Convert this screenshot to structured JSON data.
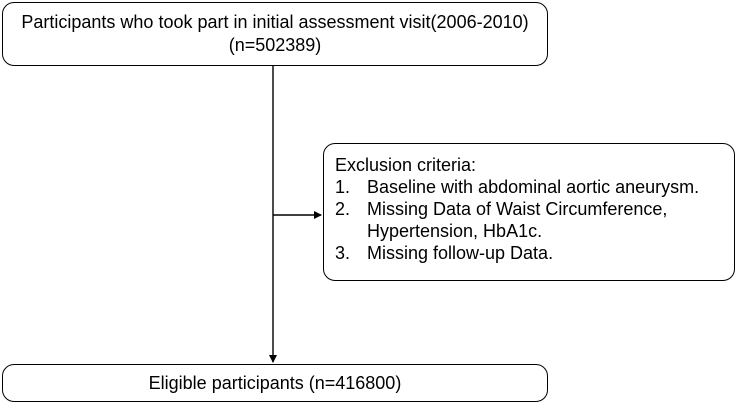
{
  "flowchart": {
    "top": {
      "line1": "Participants who took part in initial assessment visit(2006-2010)",
      "line2": "(n=502389)"
    },
    "exclusion": {
      "title": "Exclusion criteria:",
      "items": [
        {
          "number": "1.",
          "lines": [
            "Baseline with abdominal aortic aneurysm."
          ]
        },
        {
          "number": "2.",
          "lines": [
            "Missing Data of Waist Circumference,",
            "Hypertension, HbA1c."
          ]
        },
        {
          "number": "3.",
          "lines": [
            "Missing follow-up Data."
          ]
        }
      ]
    },
    "bottom": {
      "label": "Eligible participants (n=416800)"
    }
  }
}
